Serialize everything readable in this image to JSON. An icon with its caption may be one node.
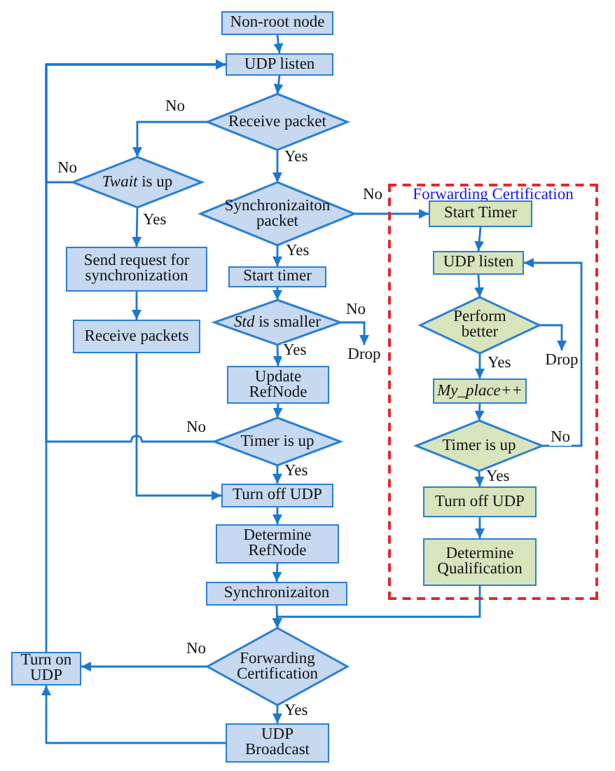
{
  "diagram": {
    "nodes": [
      {
        "text": [
          "Non-root node"
        ]
      },
      {
        "text": [
          "UDP listen"
        ]
      },
      {
        "text": [
          "Receive packet"
        ]
      },
      {
        "text": [
          "*Twait* is up"
        ]
      },
      {
        "text": [
          "Send request for synchronization"
        ]
      },
      {
        "text": [
          "Receive packets"
        ]
      },
      {
        "text": [
          "Synchronizaiton packet"
        ]
      },
      {
        "text": [
          "Start timer"
        ]
      },
      {
        "text": [
          "*Std* is smaller"
        ]
      },
      {
        "text": [
          "Update RefNode"
        ]
      },
      {
        "text": [
          "Timer is up"
        ]
      },
      {
        "text": [
          "Turn off UDP"
        ]
      },
      {
        "text": [
          "Determine RefNode"
        ]
      },
      {
        "text": [
          "Synchronizaiton"
        ]
      },
      {
        "text": [
          "Forwarding Certification"
        ]
      },
      {
        "text": [
          "UDP Broadcast"
        ]
      },
      {
        "text": [
          "Turn on UDP"
        ]
      },
      {
        "text": [
          "Drop"
        ]
      },
      {
        "text": [
          "Forwarding Certification"
        ]
      },
      {
        "text": [
          "Start Timer"
        ],
        "in": 18
      },
      {
        "text": [
          "UDP listen"
        ],
        "in": 18
      },
      {
        "text": [
          "Perform better"
        ],
        "in": 18
      },
      {
        "text": [
          "Drop"
        ],
        "in": 18
      },
      {
        "text": [
          "My_place++"
        ],
        "in": 18
      },
      {
        "text": [
          "Timer is up"
        ],
        "in": 18
      },
      {
        "text": [
          "Turn off UDP"
        ],
        "in": 18
      },
      {
        "text": [
          "Determine Qualification"
        ],
        "in": 18
      }
    ],
    "edges": [
      {
        "from": 0,
        "to": 1,
        "arrow": "to"
      },
      {
        "from": 1,
        "to": 2,
        "arrow": "to"
      },
      {
        "from": 2,
        "to": 3,
        "arrow": "to",
        "label": "No"
      },
      {
        "from": 2,
        "to": 6,
        "arrow": "to",
        "label": "Yes"
      },
      {
        "from": 3,
        "to": 1,
        "arrow": "to",
        "label": "No"
      },
      {
        "from": 3,
        "to": 4,
        "arrow": "to",
        "label": "Yes"
      },
      {
        "from": 4,
        "to": 5,
        "arrow": "to"
      },
      {
        "from": 5,
        "to": 11,
        "arrow": "to"
      },
      {
        "from": 6,
        "to": 19,
        "arrow": "to",
        "label": "No"
      },
      {
        "from": 6,
        "to": 7,
        "arrow": "to",
        "label": "Yes"
      },
      {
        "from": 7,
        "to": 8,
        "arrow": "to"
      },
      {
        "from": 8,
        "to": 17,
        "arrow": "to",
        "label": "No"
      },
      {
        "from": 8,
        "to": 9,
        "arrow": "to",
        "label": "Yes"
      },
      {
        "from": 9,
        "to": 10,
        "arrow": "to"
      },
      {
        "from": 10,
        "to": 1,
        "arrow": "to",
        "label": "No"
      },
      {
        "from": 10,
        "to": 11,
        "arrow": "to",
        "label": "Yes"
      },
      {
        "from": 11,
        "to": 12,
        "arrow": "to"
      },
      {
        "from": 12,
        "to": 13,
        "arrow": "to"
      },
      {
        "from": 13,
        "to": 14,
        "arrow": "to"
      },
      {
        "from": 26,
        "to": 14,
        "arrow": "to"
      },
      {
        "from": 14,
        "to": 16,
        "arrow": "to",
        "label": "No"
      },
      {
        "from": 14,
        "to": 15,
        "arrow": "to",
        "label": "Yes"
      },
      {
        "from": 15,
        "to": 16,
        "arrow": "to"
      },
      {
        "from": 16,
        "to": 1,
        "arrow": "to"
      },
      {
        "from": 19,
        "to": 20,
        "arrow": "to"
      },
      {
        "from": 20,
        "to": 21,
        "arrow": "to"
      },
      {
        "from": 21,
        "to": 22,
        "arrow": "to"
      },
      {
        "from": 21,
        "to": 23,
        "arrow": "to",
        "label": "Yes"
      },
      {
        "from": 23,
        "to": 24,
        "arrow": "to"
      },
      {
        "from": 24,
        "to": 20,
        "arrow": "to",
        "label": "No"
      },
      {
        "from": 24,
        "to": 25,
        "arrow": "to",
        "label": "Yes"
      },
      {
        "from": 25,
        "to": 26,
        "arrow": "to"
      }
    ]
  }
}
